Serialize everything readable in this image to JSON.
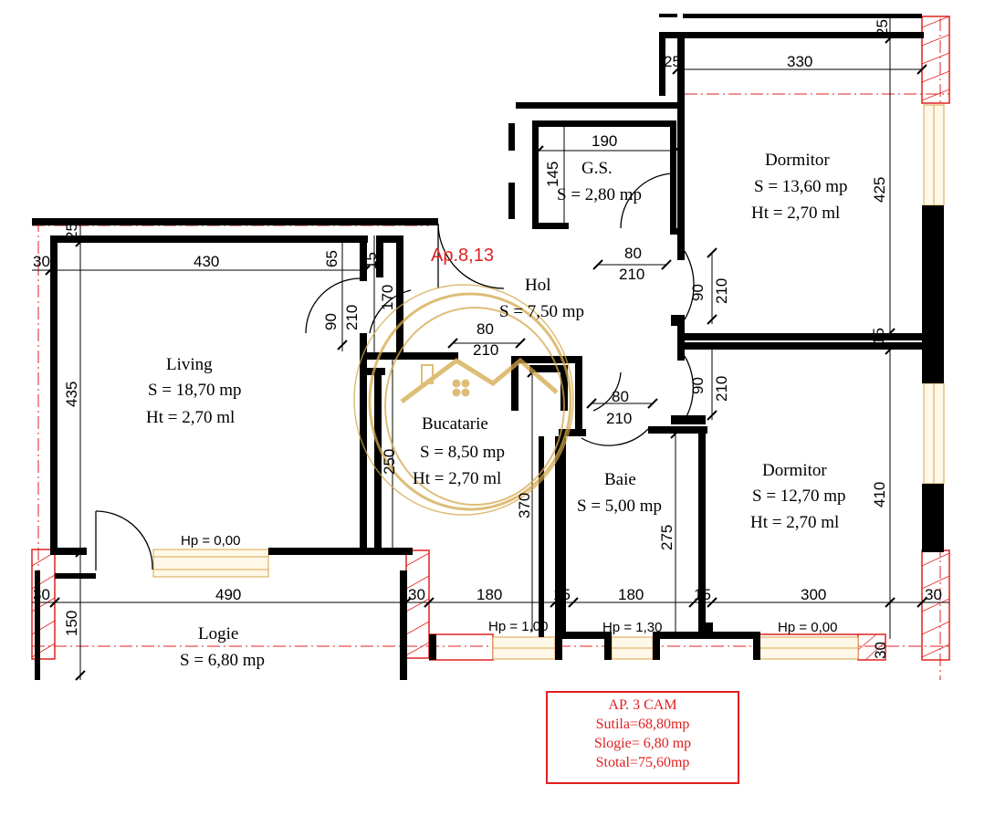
{
  "plan_label": "Ap.8,13",
  "rooms": {
    "living": {
      "name": "Living",
      "area": "S = 18,70 mp",
      "height": "Ht = 2,70 ml"
    },
    "gs": {
      "name": "G.S.",
      "area": "S = 2,80 mp"
    },
    "hol": {
      "name": "Hol",
      "area": "S = 7,50 mp"
    },
    "dormitor1": {
      "name": "Dormitor",
      "area": "S = 13,60 mp",
      "height": "Ht = 2,70 ml"
    },
    "dormitor2": {
      "name": "Dormitor",
      "area": "S = 12,70 mp",
      "height": "Ht = 2,70 ml"
    },
    "bucatarie": {
      "name": "Bucatarie",
      "area": "S = 8,50 mp",
      "height": "Ht = 2,70 ml"
    },
    "baie": {
      "name": "Baie",
      "area": "S = 5,00 mp"
    },
    "logie": {
      "name": "Logie",
      "area": "S = 6,80 mp"
    }
  },
  "dimensions": {
    "d25_top": "25",
    "d25_right": "25",
    "d330": "330",
    "d190": "190",
    "d145": "145",
    "d425": "425",
    "d25_living": "25",
    "d30_living": "30",
    "d430": "430",
    "d65": "65",
    "d15_a": "15",
    "d170": "170",
    "d90_a": "90",
    "d210_a": "210",
    "d80_a": "80",
    "d210_b": "210",
    "d90_b": "90",
    "d210_c": "210",
    "d80_b": "80",
    "d210_d": "210",
    "d15_b": "15",
    "d90_c": "90",
    "d210_e": "210",
    "d80_c": "80",
    "d210_f": "210",
    "d435": "435",
    "d250": "250",
    "d370": "370",
    "d275": "275",
    "d410": "410",
    "d30_logie": "30",
    "d490": "490",
    "d30_mid": "30",
    "d180_a": "180",
    "d15_c": "15",
    "d180_b": "180",
    "d15_d": "15",
    "d300": "300",
    "d30_right": "30",
    "d150": "150",
    "d30_bottom": "30"
  },
  "sills": {
    "hp_living": "Hp = 0,00",
    "hp_kitchen": "Hp = 1,00",
    "hp_bath": "Hp = 1,30",
    "hp_bedroom": "Hp = 0,00"
  },
  "summary": {
    "title": "AP. 3 CAM",
    "sutila": "Sutila=68,80mp",
    "slogie": "Slogie= 6,80 mp",
    "stotal": "Stotal=75,60mp"
  },
  "colors": {
    "accent": "#e02020",
    "watermark": "#d4a84a",
    "window": "#d9a54a"
  }
}
